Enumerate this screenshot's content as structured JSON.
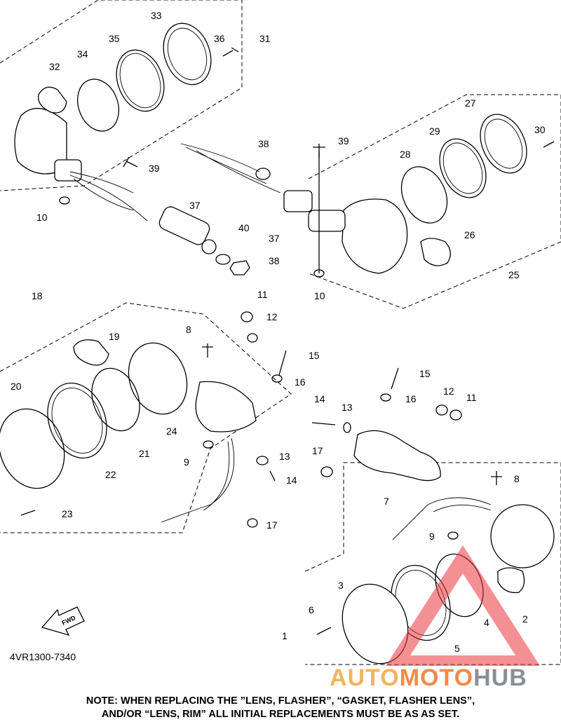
{
  "diagram_code": "4VR1300-7340",
  "note_line1": "NOTE: WHEN REPLACING THE  ”LENS, FLASHER”, “GASKET, FLASHER LENS”,",
  "note_line2": "AND/OR “LENS, RIM” ALL INITIAL REPLACEMENTS MUST BE AS AS SET.",
  "fwd_label": "FWD",
  "watermark": {
    "part1": "AUTO",
    "part2": "MOTO",
    "part3": "HUB",
    "colors": {
      "auto": "#f4b35e",
      "moto": "#f08a4a",
      "hub": "#8a8f96",
      "triangle": "#e8343c"
    }
  },
  "callouts": [
    "33",
    "36",
    "31",
    "35",
    "34",
    "32",
    "39",
    "10",
    "37",
    "40",
    "38",
    "39",
    "38",
    "37",
    "27",
    "29",
    "30",
    "28",
    "26",
    "25",
    "10",
    "18",
    "11",
    "12",
    "8",
    "19",
    "15",
    "16",
    "20",
    "24",
    "21",
    "22",
    "9",
    "13",
    "14",
    "17",
    "23",
    "15",
    "16",
    "12",
    "11",
    "14",
    "13",
    "17",
    "7",
    "8",
    "9",
    "2",
    "3",
    "4",
    "6",
    "1",
    "5"
  ]
}
